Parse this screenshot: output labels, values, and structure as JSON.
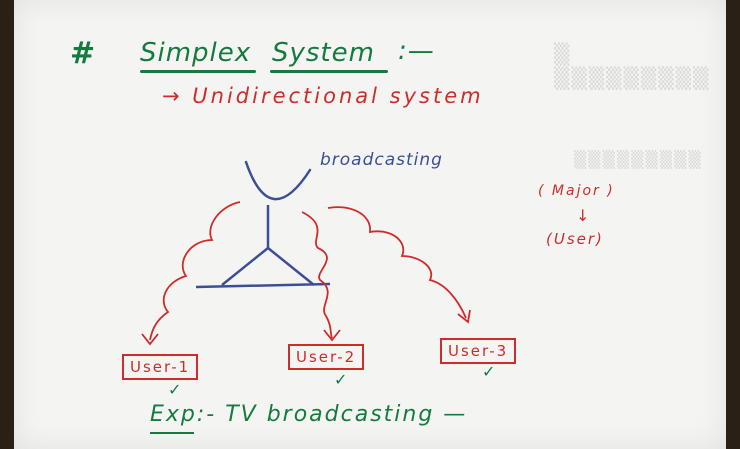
{
  "heading": {
    "hash": "#",
    "word1": "Simplex",
    "word2": "System",
    "suffix": ":—"
  },
  "subtitle": "→ Unidirectional system",
  "diagram": {
    "broadcast_label": "broadcasting",
    "users": [
      "User-1",
      "User-2",
      "User-3"
    ],
    "tick": "✓"
  },
  "side_note": {
    "major": "( Major )",
    "arrow": "↓",
    "user": "(User)"
  },
  "example": "Exp:- TV broadcasting —",
  "colors": {
    "heading": "#167a3e",
    "subtitle": "#cf2b2b",
    "diagram": "#3c4f96",
    "users": "#cf2b2b"
  }
}
